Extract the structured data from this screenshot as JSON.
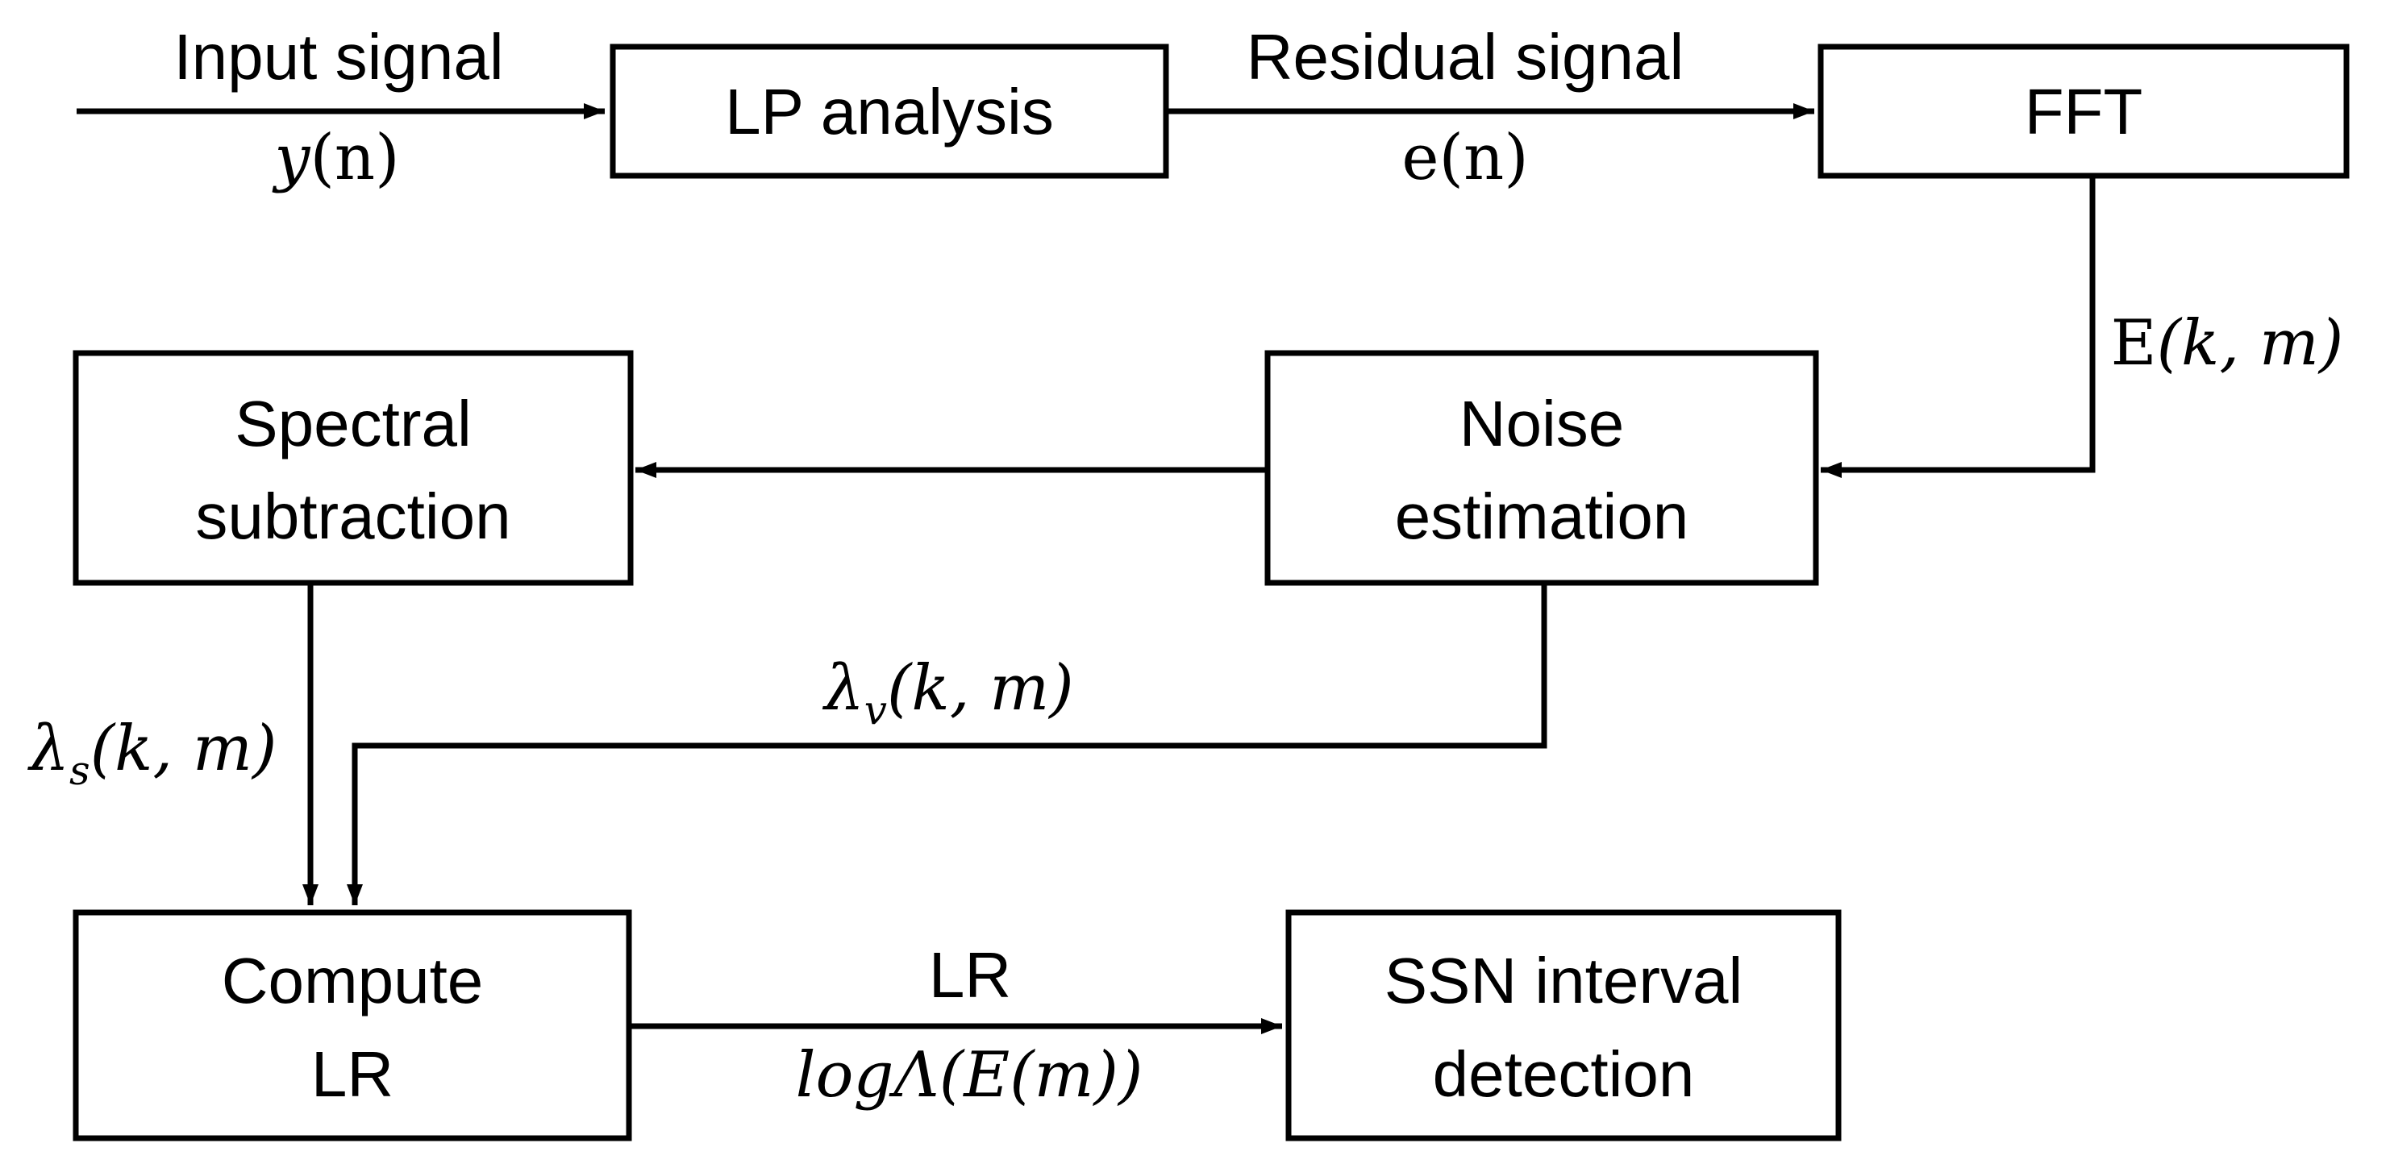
{
  "diagram": {
    "boxes": {
      "lp_analysis": {
        "lines": [
          "LP analysis"
        ]
      },
      "fft": {
        "lines": [
          "FFT"
        ]
      },
      "spectral_subtraction": {
        "lines": [
          "Spectral",
          "subtraction"
        ]
      },
      "noise_estimation": {
        "lines": [
          "Noise",
          "estimation"
        ]
      },
      "compute_lr": {
        "lines": [
          "Compute",
          "LR"
        ]
      },
      "ssn_detection": {
        "lines": [
          "SSN interval",
          "detection"
        ]
      }
    },
    "edge_labels": {
      "input_signal": "Input signal",
      "input_var": {
        "sym": "y",
        "args": "(n)"
      },
      "residual_signal": "Residual signal",
      "residual_var": {
        "sym": "e",
        "args": "(n)"
      },
      "fft_out": {
        "sym": "E",
        "args": "(k, m)"
      },
      "lambda_v": {
        "sym": "λ",
        "sub": "v",
        "args": "(k, m)"
      },
      "lambda_s": {
        "sym": "λ",
        "sub": "s",
        "args": "(k, m)"
      },
      "lr": "LR",
      "lr_formula": "logΛ(E(m))"
    }
  }
}
